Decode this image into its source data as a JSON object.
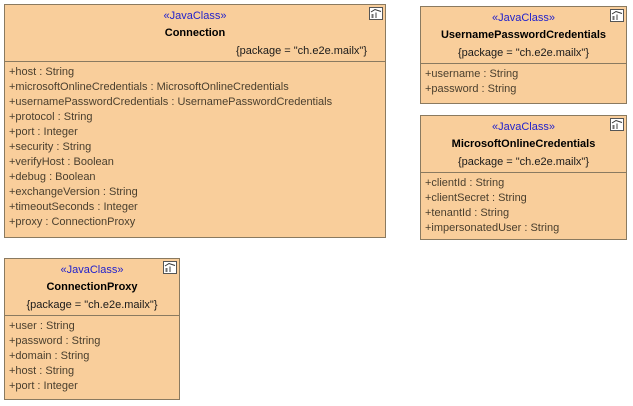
{
  "colors": {
    "box_fill": "#F9CE9B",
    "box_border": "#8A7A60",
    "stereotype_text": "#2222CC",
    "class_name_text": "#000000",
    "attribute_text": "#4A3F2E",
    "canvas_bg": "#FFFFFF"
  },
  "icons": {
    "corner": "class-diagram-icon"
  },
  "diagram": {
    "classes": [
      {
        "stereotype": "«JavaClass»",
        "name": "Connection",
        "package": "{package = \"ch.e2e.mailx\"}",
        "attributes": [
          "+host : String",
          "+microsoftOnlineCredentials : MicrosoftOnlineCredentials",
          "+usernamePasswordCredentials : UsernamePasswordCredentials",
          "+protocol : String",
          "+port : Integer",
          "+security : String",
          "+verifyHost : Boolean",
          "+debug : Boolean",
          "+exchangeVersion : String",
          "+timeoutSeconds : Integer",
          "+proxy : ConnectionProxy"
        ]
      },
      {
        "stereotype": "«JavaClass»",
        "name": "UsernamePasswordCredentials",
        "package": "{package = \"ch.e2e.mailx\"}",
        "attributes": [
          "+username : String",
          "+password : String"
        ]
      },
      {
        "stereotype": "«JavaClass»",
        "name": "MicrosoftOnlineCredentials",
        "package": "{package = \"ch.e2e.mailx\"}",
        "attributes": [
          "+clientId : String",
          "+clientSecret : String",
          "+tenantId : String",
          "+impersonatedUser : String"
        ]
      },
      {
        "stereotype": "«JavaClass»",
        "name": "ConnectionProxy",
        "package": "{package = \"ch.e2e.mailx\"}",
        "attributes": [
          "+user : String",
          "+password : String",
          "+domain : String",
          "+host : String",
          "+port : Integer"
        ]
      }
    ]
  }
}
